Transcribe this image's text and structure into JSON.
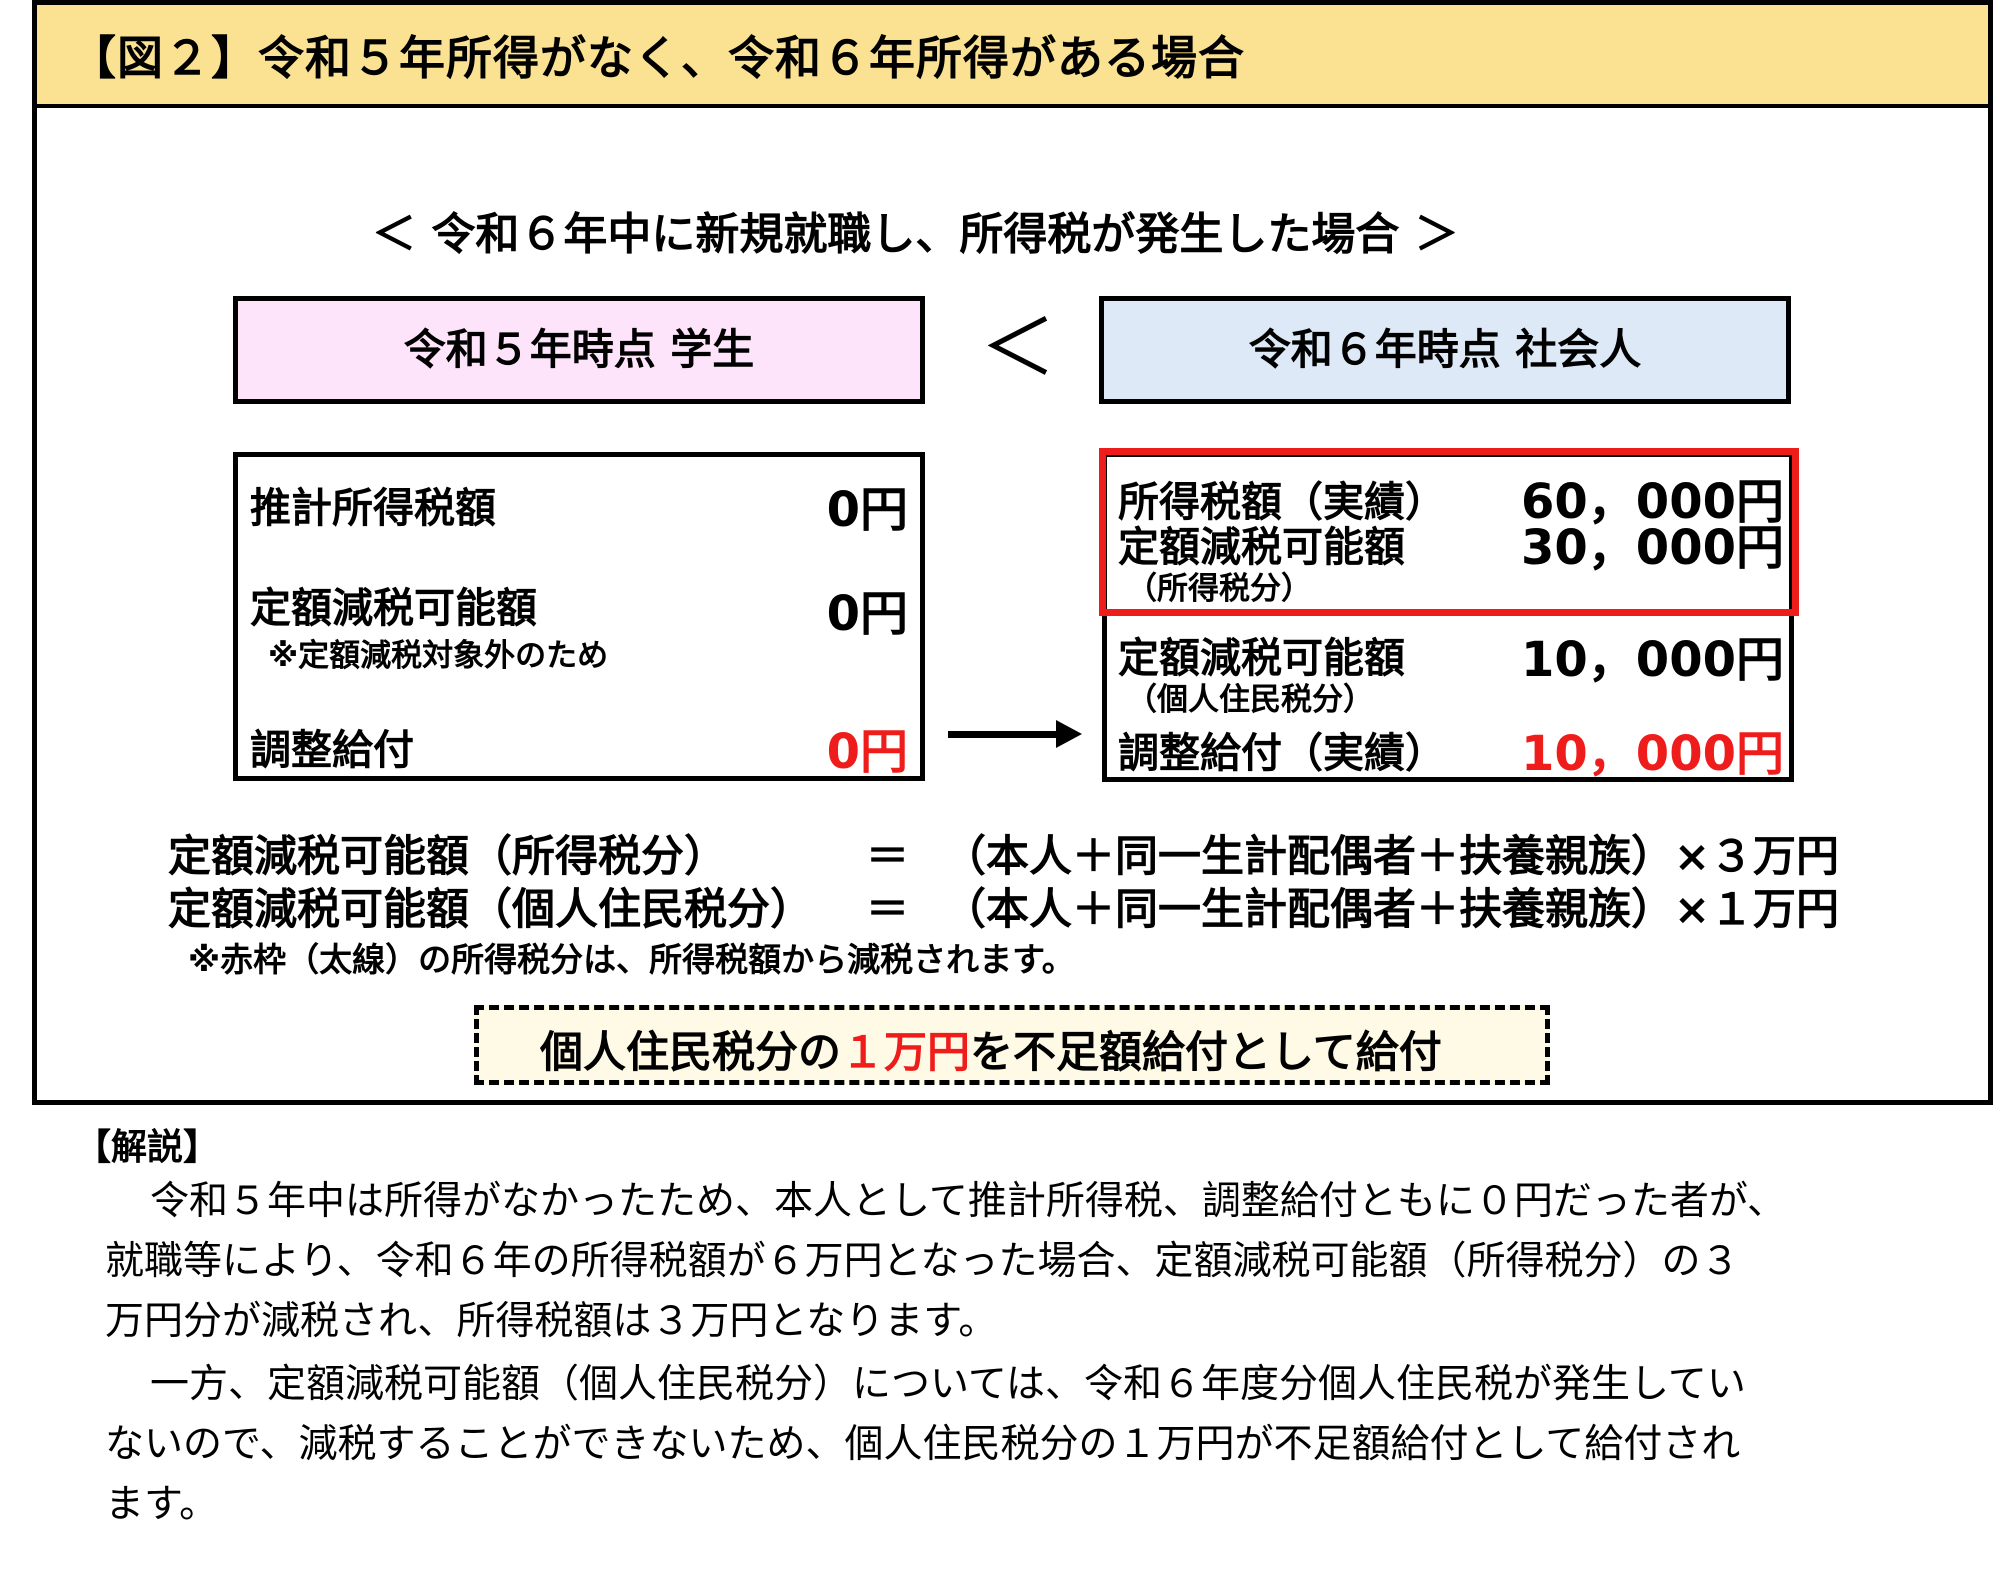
{
  "header": {
    "title": "【図２】令和５年所得がなく、令和６年所得がある場合"
  },
  "diagram": {
    "subtitle": "＜ 令和６年中に新規就職し、所得税が発生した場合 ＞",
    "comparison_sign": "＜",
    "student": {
      "heading": "令和５年時点 学生",
      "rows": [
        {
          "label": "推計所得税額",
          "value": "0円"
        },
        {
          "label": "定額減税可能額",
          "note": "※定額減税対象外のため",
          "value": "0円"
        },
        {
          "label": "調整給付",
          "value": "0円"
        }
      ]
    },
    "worker": {
      "heading": "令和６年時点 社会人",
      "rows": [
        {
          "label": "所得税額（実績）",
          "value": "60，000円"
        },
        {
          "label": "定額減税可能額",
          "sublabel": "（所得税分）",
          "value": "30，000円"
        },
        {
          "label": "定額減税可能額",
          "sublabel": "（個人住民税分）",
          "value": "10，000円"
        },
        {
          "label": "調整給付（実績）",
          "value": "10，000円"
        }
      ]
    },
    "formulas": [
      {
        "left": "定額減税可能額（所得税分）",
        "eq": "＝",
        "right": "（本人＋同一生計配偶者＋扶養親族）×３万円"
      },
      {
        "left": "定額減税可能額（個人住民税分）",
        "eq": "＝",
        "right": "（本人＋同一生計配偶者＋扶養親族）×１万円"
      }
    ],
    "formula_note": "※赤枠（太線）の所得税分は、所得税額から減税されます。",
    "callout": {
      "before": "個人住民税分の",
      "highlight": "１万円",
      "after": "を不足額給付として給付"
    }
  },
  "explanation": {
    "heading": "【解説】",
    "paragraph1": [
      "令和５年中は所得がなかったため、本人として推計所得税、調整給付ともに０円だった者が、",
      "就職等により、令和６年の所得税額が６万円となった場合、定額減税可能額（所得税分）の３",
      "万円分が減税され、所得税額は３万円となります。"
    ],
    "paragraph2": [
      "一方、定額減税可能額（個人住民税分）については、令和６年度分個人住民税が発生してい",
      "ないので、減税することができないため、個人住民税分の１万円が不足額給付として給付され",
      "ます。"
    ]
  },
  "colors": {
    "header_bg": "#fbe293",
    "student_bg": "#fde4fb",
    "worker_bg": "#dde9f6",
    "highlight_red": "#ef1c1c",
    "callout_bg": "#fefae6"
  }
}
